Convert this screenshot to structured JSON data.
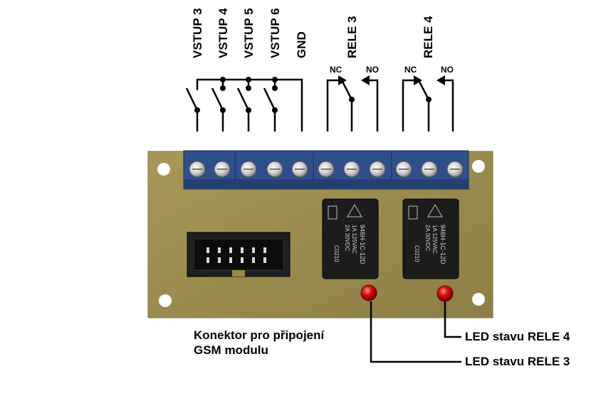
{
  "terminals": {
    "inputs": [
      "VSTUP 3",
      "VSTUP 4",
      "VSTUP 5",
      "VSTUP 6",
      "GND"
    ],
    "relay3": "RELE 3",
    "relay4": "RELE 4",
    "nc": "NC",
    "no": "NO"
  },
  "relay_marking": {
    "line1": "946H-1C-12D",
    "line2": "1A  125VAC",
    "line3": "2A  30VDC",
    "code": "C0210"
  },
  "callouts": {
    "connector_line1": "Konektor pro připojení",
    "connector_line2": "GSM modulu",
    "led_relay4": "LED stavu RELE 4",
    "led_relay3": "LED stavu RELE 3"
  },
  "colors": {
    "pcb": "#9a8a4e",
    "terminal_block": "#2f4f8c",
    "relay": "#1c1c1c",
    "led": "#e01010"
  }
}
